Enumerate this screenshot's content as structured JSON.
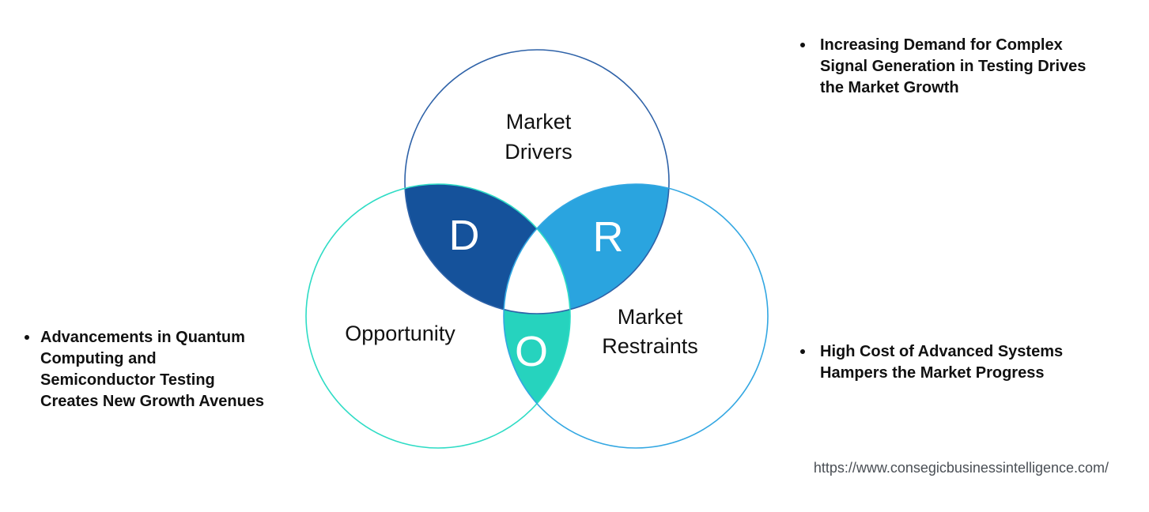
{
  "colors": {
    "background": "#ffffff",
    "d_region_fill": "#15529B",
    "r_region_fill": "#2AA4DF",
    "o_region_fill": "#26D3BE",
    "drivers_circle_stroke": "#2E62A8",
    "opportunity_circle_stroke": "#2EDCC5",
    "restraints_circle_stroke": "#33A7E2",
    "region_letter_color": "#FFFFFF",
    "label_text_color": "#111111",
    "bullet_text_color": "#111111",
    "url_text_color": "#4A4F55"
  },
  "venn": {
    "drivers": {
      "label_line1": "Market",
      "label_line2": "Drivers",
      "letter": "D"
    },
    "opportunity": {
      "label": "Opportunity",
      "letter": "O"
    },
    "restraints": {
      "label_line1": "Market",
      "label_line2": "Restraints",
      "letter": "R"
    }
  },
  "bullets": {
    "left": {
      "lines": [
        "Advancements in Quantum",
        "Computing and",
        "Semiconductor Testing",
        "Creates New Growth Avenues"
      ]
    },
    "right_top": {
      "lines": [
        "Increasing Demand for Complex",
        "Signal Generation in Testing Drives",
        "the Market Growth"
      ]
    },
    "right_bottom": {
      "lines": [
        "High Cost of Advanced Systems",
        "Hampers the Market Progress"
      ]
    }
  },
  "footer": {
    "url": "https://www.consegicbusinessintelligence.com/"
  }
}
